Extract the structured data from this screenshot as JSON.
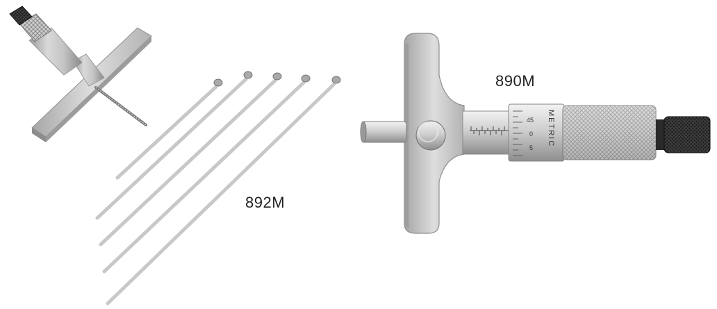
{
  "labels": {
    "set": "892M",
    "gauge": "890M"
  },
  "scale_markings": {
    "thimble_a": "45",
    "thimble_b": "0",
    "thimble_c": "5",
    "brand_vertical": "METRIC"
  },
  "colors": {
    "background": "#ffffff",
    "label_text": "#231f20",
    "steel_light": "#e6e6e6",
    "steel_mid": "#b9b9b9",
    "steel_dark": "#7f7f7f",
    "knurl_dark": "#1c1c1c"
  },
  "rods": {
    "count": 5
  }
}
